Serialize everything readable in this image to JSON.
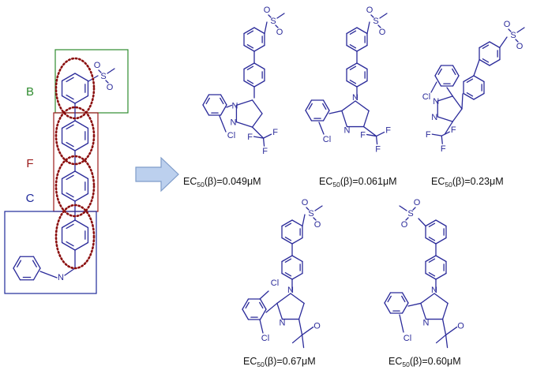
{
  "colors": {
    "bond": "#2b2b9a",
    "segment_B": "#2e8b2e",
    "segment_F": "#9b1b1b",
    "segment_C": "#1f2a9a",
    "dotted_outline": "#8b0f0f",
    "arrow_fill": "#bcd0ee",
    "arrow_stroke": "#7f9cc9"
  },
  "segments": {
    "B": "B",
    "F": "F",
    "C": "C"
  },
  "atoms": {
    "S": "S",
    "O": "O",
    "N": "N",
    "Cl": "Cl",
    "F": "F",
    "OH": "O"
  },
  "compounds": [
    {
      "ec_prefix": "EC",
      "ec_sub": "50",
      "ec_suffix": "(β)=0.049μM"
    },
    {
      "ec_prefix": "EC",
      "ec_sub": "50",
      "ec_suffix": "(β)=0.061μM"
    },
    {
      "ec_prefix": "EC",
      "ec_sub": "50",
      "ec_suffix": "(β)=0.23μM"
    },
    {
      "ec_prefix": "EC",
      "ec_sub": "50",
      "ec_suffix": "(β)=0.67μM"
    },
    {
      "ec_prefix": "EC",
      "ec_sub": "50",
      "ec_suffix": "(β)=0.60μM"
    }
  ]
}
